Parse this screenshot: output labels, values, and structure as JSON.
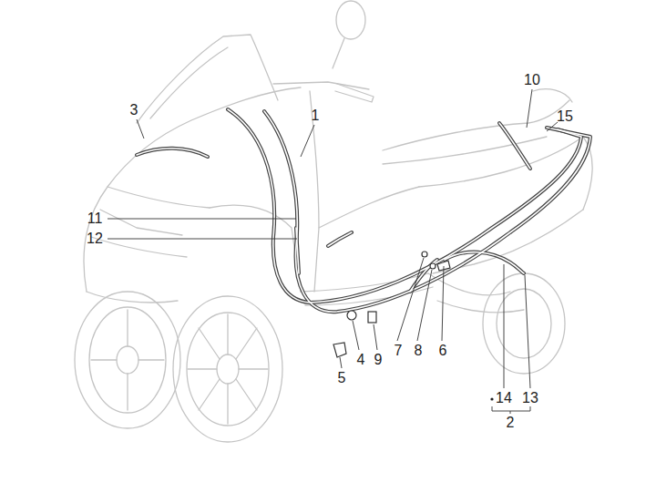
{
  "diagram": {
    "labels": [
      "3",
      "1",
      "10",
      "15",
      "11",
      "12",
      "4",
      "9",
      "7",
      "8",
      "6",
      "5",
      "14",
      "13",
      "2"
    ]
  }
}
